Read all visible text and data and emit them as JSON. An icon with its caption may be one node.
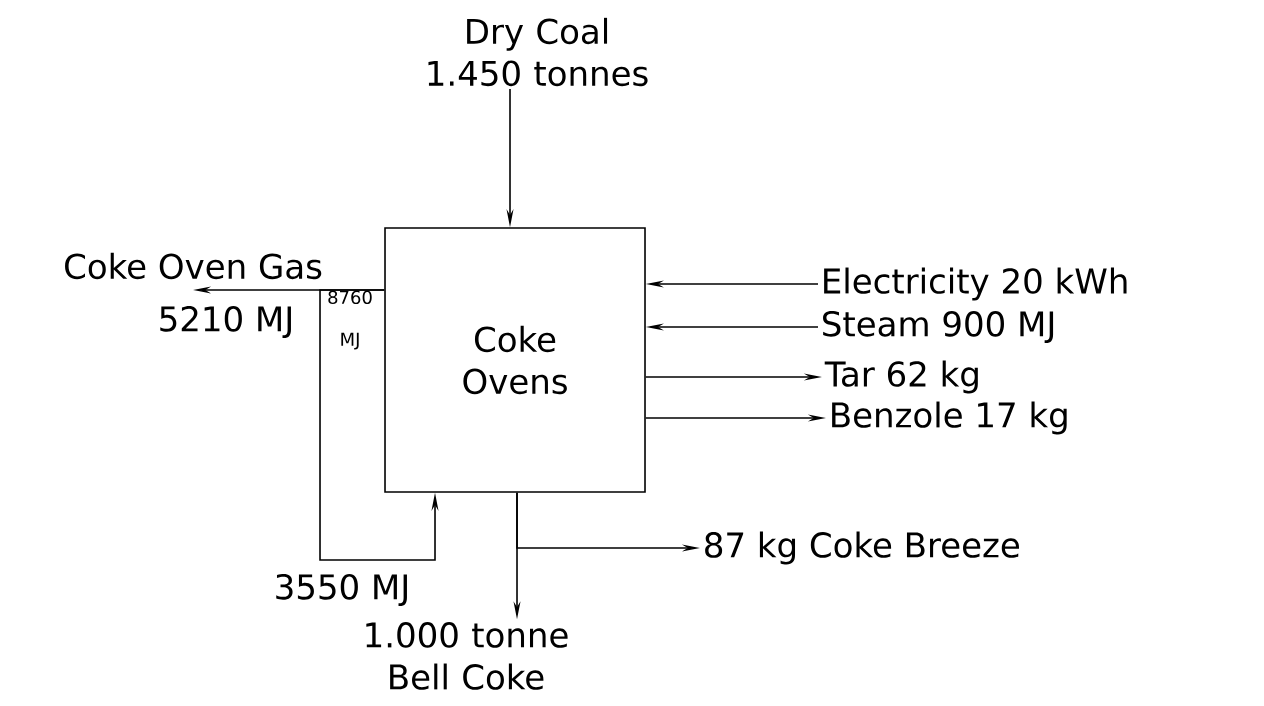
{
  "diagram": {
    "nodes": [
      {
        "text": [
          "Coke Ovens"
        ]
      },
      {
        "text": [
          "Dry Coal 1.450 tonnes"
        ]
      },
      {
        "text": [
          "Coke Oven Gas"
        ],
        "beside": [
          "5210 MJ"
        ]
      },
      {
        "text": [
          "Electricity 20 kWh"
        ]
      },
      {
        "text": [
          "Steam 900 MJ"
        ]
      },
      {
        "text": [
          "Tar 62 kg"
        ]
      },
      {
        "text": [
          "Benzole 17 kg"
        ]
      },
      {
        "text": [
          "87 kg Coke Breeze"
        ]
      },
      {
        "text": [
          "1.000 tonne Bell Coke"
        ]
      }
    ],
    "edges": [
      {
        "from": 1,
        "to": 0,
        "arrow": "to"
      },
      {
        "from": 0,
        "to": 2,
        "arrow": "to",
        "label": "8760 MJ"
      },
      {
        "from": 0,
        "to": 0,
        "arrow": "to",
        "label": "3550 MJ"
      },
      {
        "from": 3,
        "to": 0,
        "arrow": "to"
      },
      {
        "from": 4,
        "to": 0,
        "arrow": "to"
      },
      {
        "from": 0,
        "to": 5,
        "arrow": "to"
      },
      {
        "from": 0,
        "to": 6,
        "arrow": "to"
      },
      {
        "from": 0,
        "to": 7,
        "arrow": "to"
      },
      {
        "from": 0,
        "to": 8,
        "arrow": "to"
      }
    ]
  }
}
